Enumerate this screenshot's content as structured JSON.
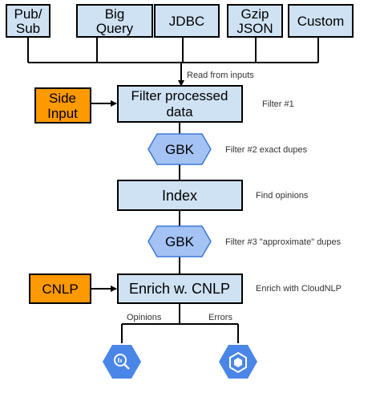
{
  "inputs": {
    "pubsub": [
      "Pub/",
      "Sub"
    ],
    "bigquery": [
      "Big",
      "Query"
    ],
    "jdbc": "JDBC",
    "gzip": [
      "Gzip",
      "JSON"
    ],
    "custom": "Custom"
  },
  "side_input": [
    "Side",
    "Input"
  ],
  "filter_processed": [
    "Filter processed",
    "data"
  ],
  "gbk": "GBK",
  "index": "Index",
  "cnlp": "CNLP",
  "enrich": "Enrich w. CNLP",
  "labels": {
    "read_from_inputs": "Read from inputs",
    "filter1": "Filter #1",
    "filter2": "Filter #2 exact dupes",
    "find_opinions": "Find opinions",
    "filter3": "Filter #3 \"approximate\" dupes",
    "enrich_with": "Enrich with CloudNLP",
    "opinions": "Opinions",
    "errors": "Errors"
  },
  "outputs": {
    "left_icon": "bigquery-icon",
    "right_icon": "datastore-icon"
  },
  "colors": {
    "box_fill": "#cfe2f3",
    "side_fill": "#ff9900",
    "hex_fill": "#a4c2f4",
    "output_hex": "#4a86e8"
  }
}
